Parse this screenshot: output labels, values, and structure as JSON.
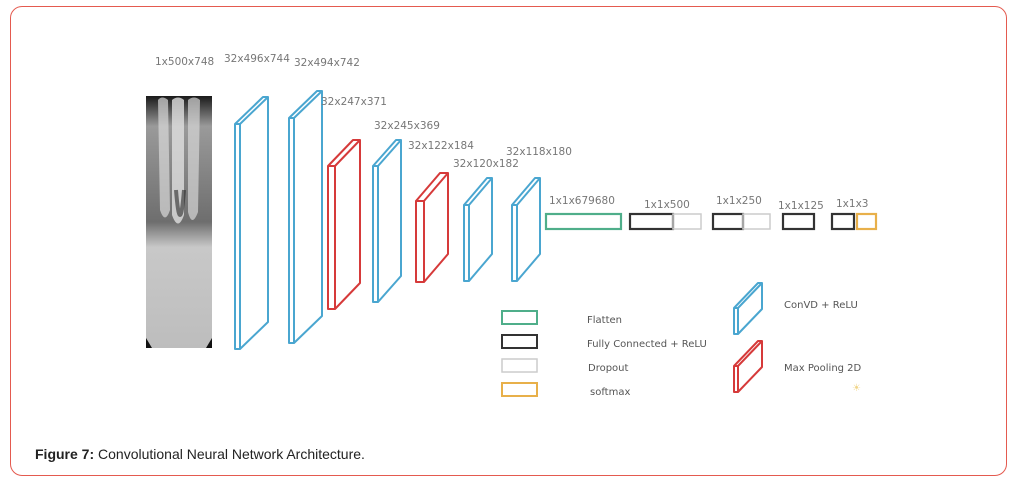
{
  "figure": {
    "caption_label": "Figure 7:",
    "caption_text": " Convolutional Neural Network Architecture."
  },
  "colors": {
    "conv": "#4aa6d0",
    "pool": "#d63a3a",
    "flatten": "#4fae8a",
    "dense": "#333333",
    "dropout": "#cccccc",
    "softmax": "#e8b04a",
    "frame": "#e45a4f"
  },
  "input": {
    "label": "1x500x748",
    "icon": "xray-image"
  },
  "layers": [
    {
      "type": "conv",
      "label": "32x496x744"
    },
    {
      "type": "conv",
      "label": "32x494x742"
    },
    {
      "type": "pool",
      "label": "32x247x371"
    },
    {
      "type": "conv",
      "label": "32x245x369"
    },
    {
      "type": "pool",
      "label": "32x122x184"
    },
    {
      "type": "conv",
      "label": "32x120x182"
    },
    {
      "type": "conv",
      "label": "32x118x180"
    }
  ],
  "dense_blocks": [
    {
      "label": "1x1x679680",
      "parts": [
        "flatten"
      ]
    },
    {
      "label": "1x1x500",
      "parts": [
        "dense",
        "dropout"
      ]
    },
    {
      "label": "1x1x250",
      "parts": [
        "dense",
        "dropout"
      ]
    },
    {
      "label": "1x1x125",
      "parts": [
        "dense"
      ]
    },
    {
      "label": "1x1x3",
      "parts": [
        "dense",
        "softmax"
      ]
    }
  ],
  "legend": {
    "flatten": "Flatten",
    "dense": "Fully Connected + ReLU",
    "dropout": "Dropout",
    "softmax": "softmax",
    "conv": "ConVD + ReLU",
    "pool": "Max Pooling 2D"
  }
}
